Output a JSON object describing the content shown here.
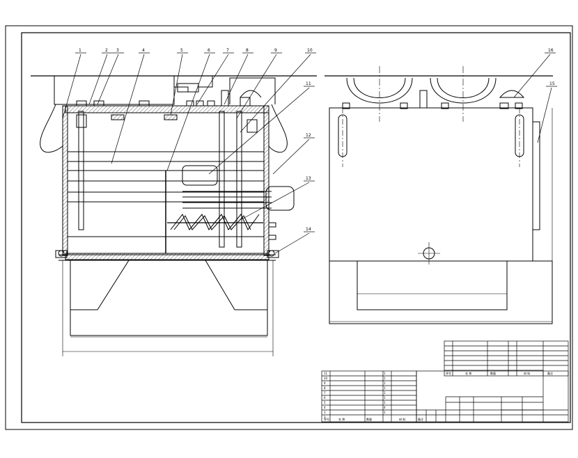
{
  "drawing": {
    "front_view": {
      "callouts": [
        "1",
        "2",
        "3",
        "4",
        "5",
        "6",
        "7",
        "8",
        "9",
        "10",
        "11",
        "12",
        "13",
        "14"
      ],
      "dimensions": {
        "inner_width": "",
        "overall_width": ""
      }
    },
    "side_view": {
      "callouts": [
        "16",
        "15"
      ],
      "dimensions": {
        "inner_width": "",
        "overall_width": "",
        "height_upper": "",
        "height_lower": ""
      }
    }
  },
  "title_block": {
    "header_cells": [
      "序号",
      "名 称",
      "数 量",
      "材 料",
      "备 注"
    ],
    "part_rows": [
      [
        "11",
        "",
        "1"
      ],
      [
        "10",
        "",
        "1"
      ],
      [
        "9",
        "",
        "1"
      ],
      [
        "8",
        "",
        "1"
      ],
      [
        "7",
        "",
        "1"
      ],
      [
        "6",
        "",
        "1"
      ],
      [
        "5",
        "",
        "1"
      ],
      [
        "4",
        "",
        "4"
      ],
      [
        "3",
        "",
        "1"
      ],
      [
        "2",
        "",
        "1"
      ]
    ],
    "footer_cells": [
      "序号",
      "名 称",
      "数量",
      "材 料",
      "备注"
    ],
    "upper_parts_footer": [
      "序号",
      "名 称",
      "数量",
      "材 料",
      "备注"
    ]
  }
}
